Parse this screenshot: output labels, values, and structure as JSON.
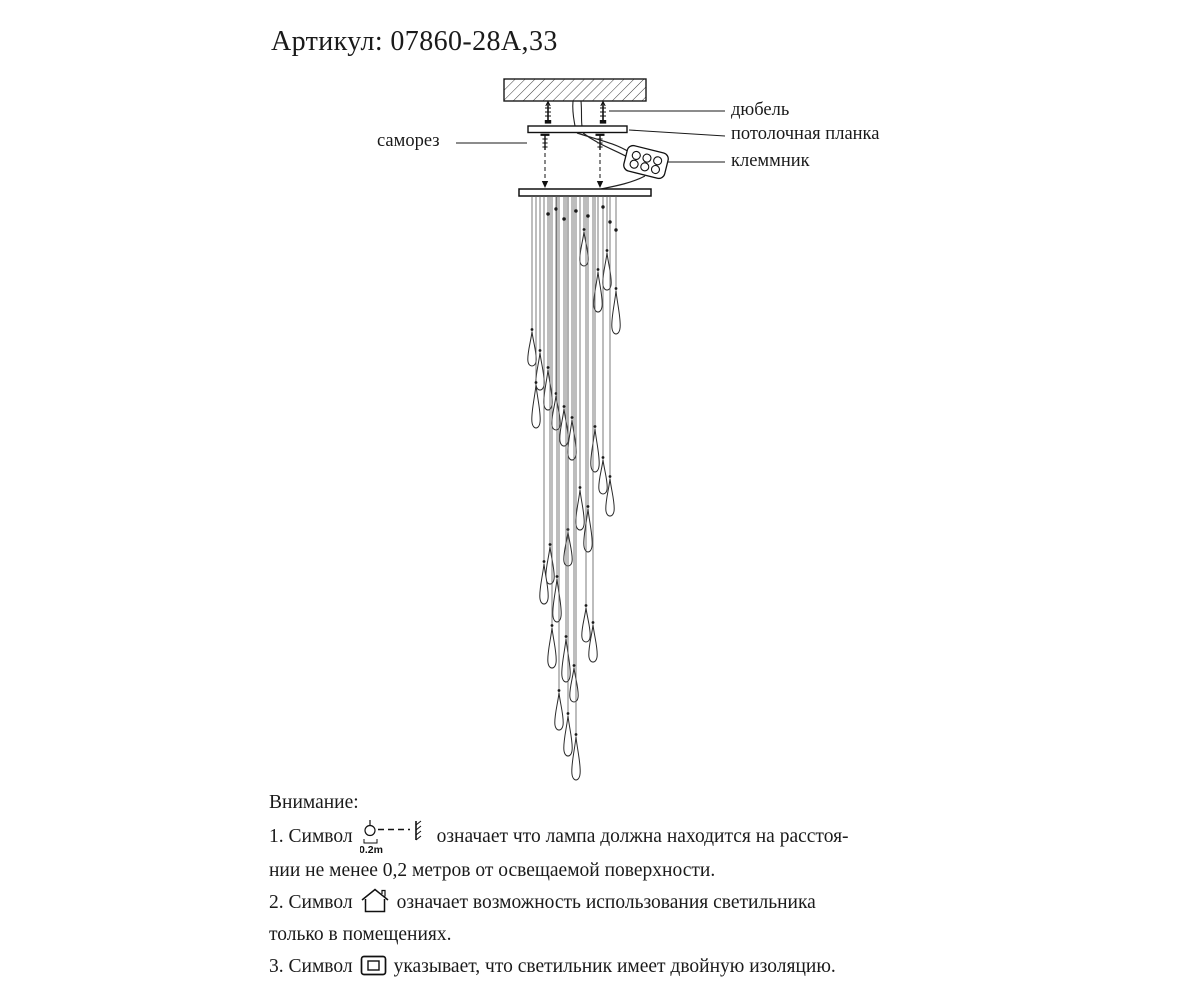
{
  "title": "Артикул: 07860-28А,33",
  "diagram_labels": {
    "samorez": "саморез",
    "dyubel": "дюбель",
    "planka": "потолочная планка",
    "klemmnik": "клеммник"
  },
  "notes": {
    "heading": "Внимание:",
    "distance_value": "0.2m",
    "items": [
      {
        "prefix": "1. Символ",
        "text_after": "означает что лампа должна находится на расстоя-",
        "continuation": "нии не менее 0,2 метров от освещаемой поверхности."
      },
      {
        "prefix": "2. Символ",
        "text_after": "означает возможность использования светильника",
        "continuation": "только в помещениях."
      },
      {
        "prefix": "3. Символ",
        "text_after": "указывает, что светильник имеет двойную изоляцию.",
        "continuation": ""
      }
    ]
  }
}
